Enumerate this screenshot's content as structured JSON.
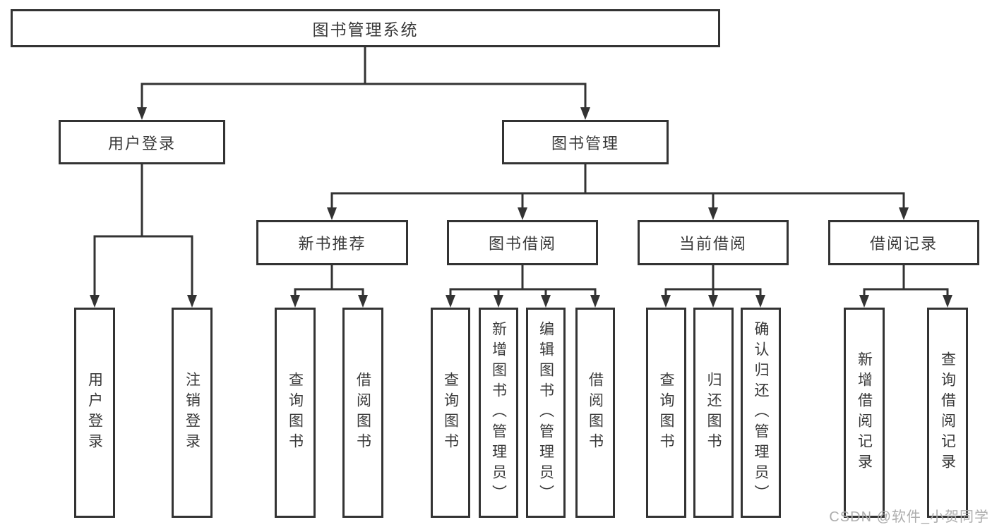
{
  "tree": {
    "label": "图书管理系统",
    "children": [
      {
        "label": "用户登录",
        "children": [
          {
            "label": "用户登录"
          },
          {
            "label": "注销登录"
          }
        ]
      },
      {
        "label": "图书管理",
        "children": [
          {
            "label": "新书推荐",
            "children": [
              {
                "label": "查询图书"
              },
              {
                "label": "借阅图书"
              }
            ]
          },
          {
            "label": "图书借阅",
            "children": [
              {
                "label": "查询图书"
              },
              {
                "label": "新增图书（管理员）"
              },
              {
                "label": "编辑图书（管理员）"
              },
              {
                "label": "借阅图书"
              }
            ]
          },
          {
            "label": "当前借阅",
            "children": [
              {
                "label": "查询图书"
              },
              {
                "label": "归还图书"
              },
              {
                "label": "确认归还（管理员）"
              }
            ]
          },
          {
            "label": "借阅记录",
            "children": [
              {
                "label": "新增借阅记录"
              },
              {
                "label": "查询借阅记录"
              }
            ]
          }
        ]
      }
    ]
  },
  "watermark": {
    "text": "CSDN @软件_小贺同学"
  },
  "colors": {
    "line": "#333333",
    "box_border": "#333333",
    "text": "#3a3a3a",
    "watermark": "#adadad",
    "background": "#ffffff"
  }
}
